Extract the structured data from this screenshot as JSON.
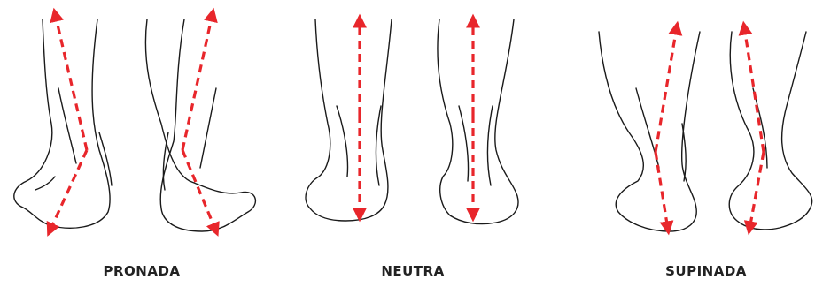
{
  "labels": {
    "pronada": "PRONADA",
    "neutra": "NEUTRA",
    "supinada": "SUPINADA"
  },
  "colors": {
    "axis": "#e8262b",
    "outline": "#1a1a1a"
  }
}
